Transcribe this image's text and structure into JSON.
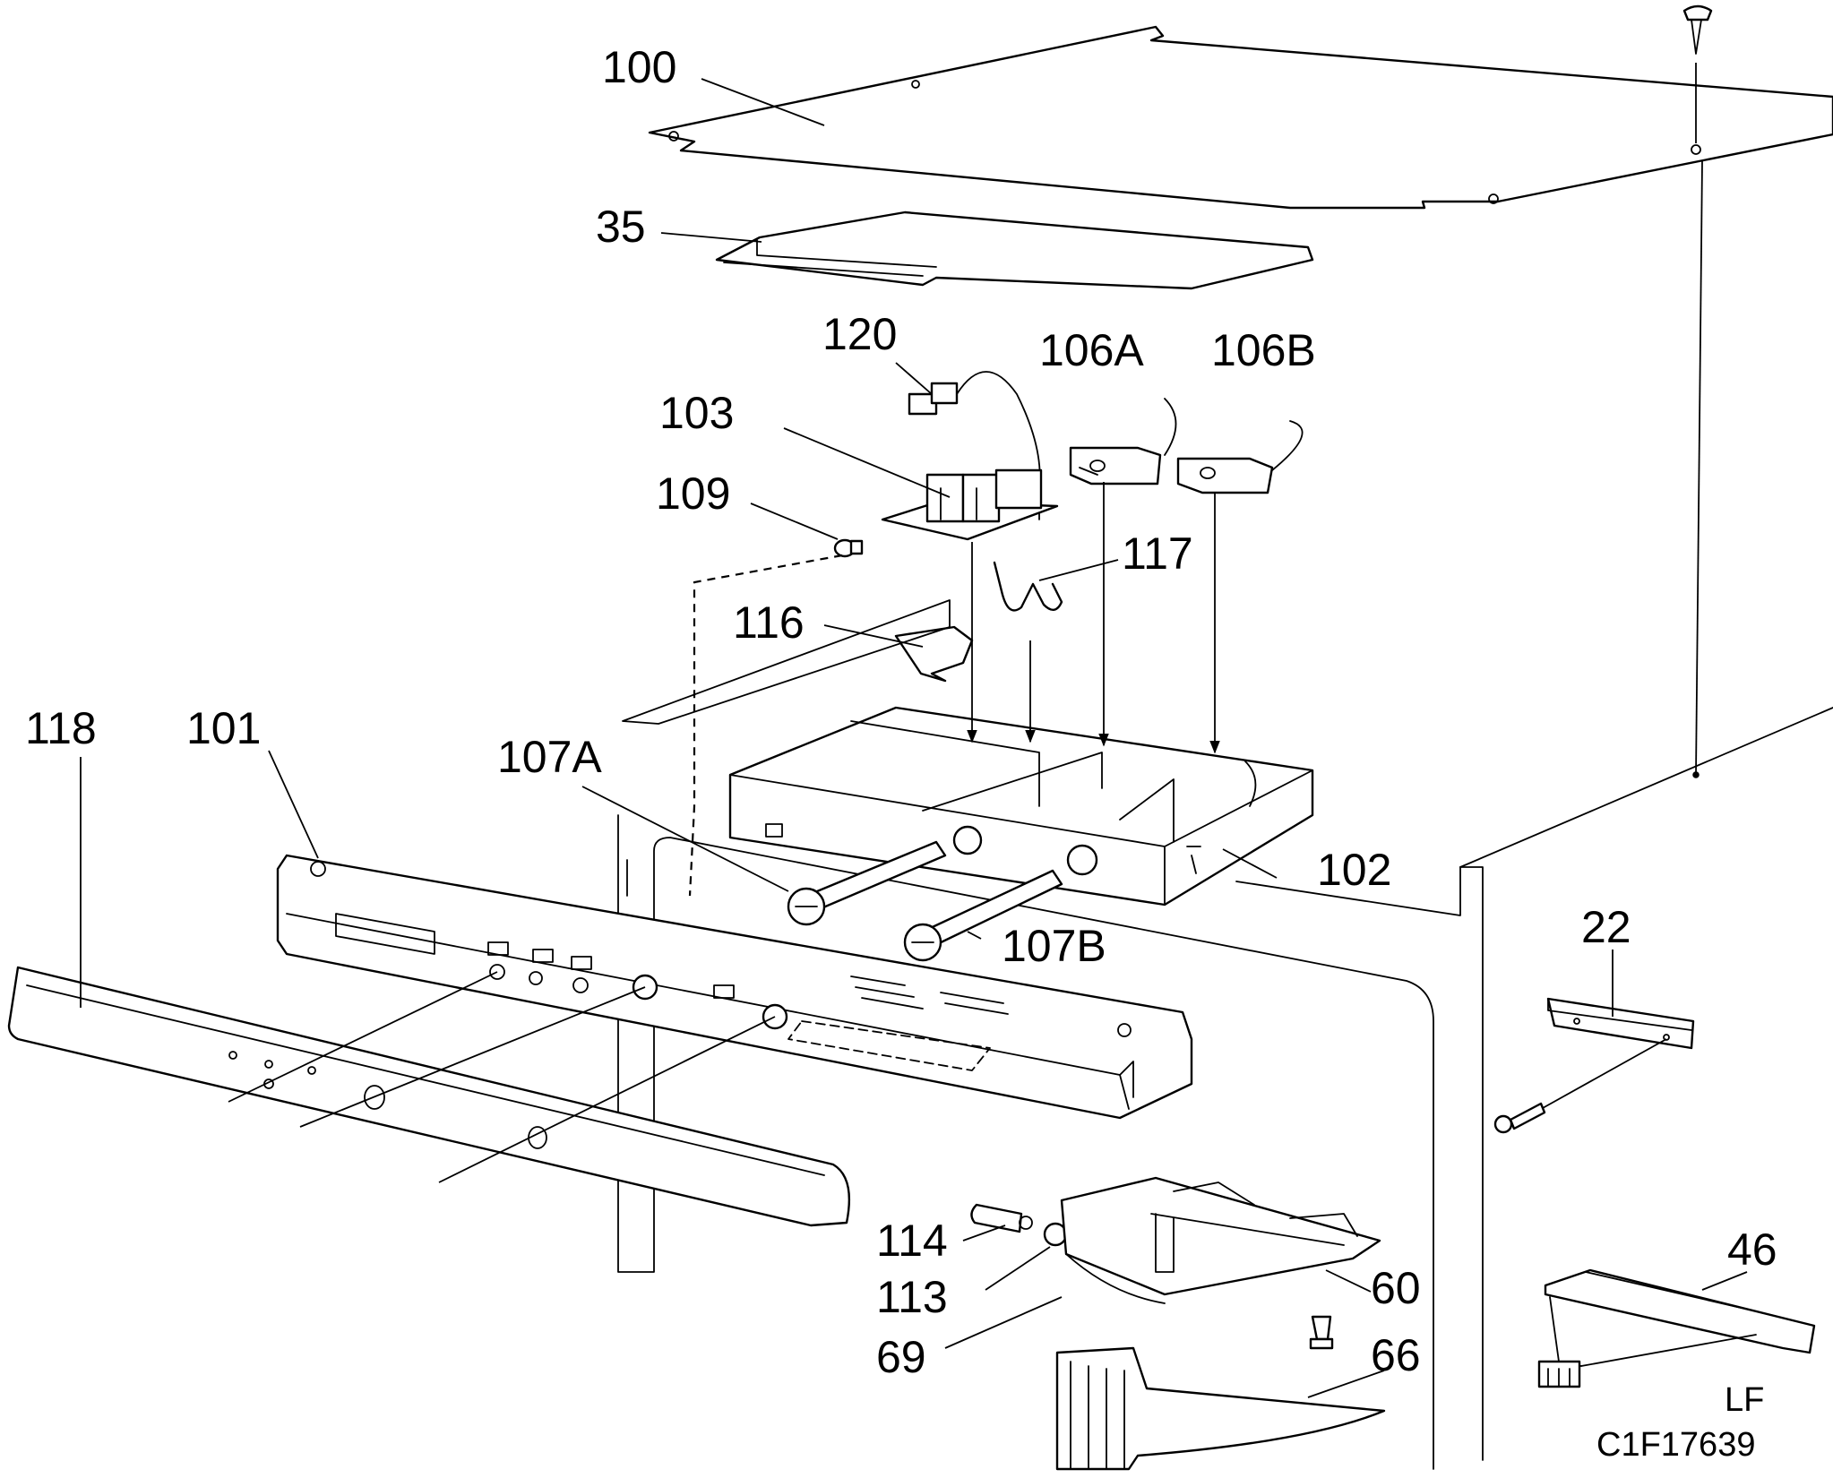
{
  "callouts": {
    "c100": "100",
    "c35": "35",
    "c120": "120",
    "c106A": "106A",
    "c106B": "106B",
    "c103": "103",
    "c109": "109",
    "c117": "117",
    "c116": "116",
    "c118": "118",
    "c101": "101",
    "c107A": "107A",
    "c102": "102",
    "c107B": "107B",
    "c22": "22",
    "c114": "114",
    "c113": "113",
    "c60": "60",
    "c69": "69",
    "c66": "66",
    "c46": "46"
  },
  "reference": {
    "code": "LF",
    "drawing_number": "C1F17639"
  },
  "colors": {
    "line": "#000000",
    "background": "#ffffff"
  }
}
